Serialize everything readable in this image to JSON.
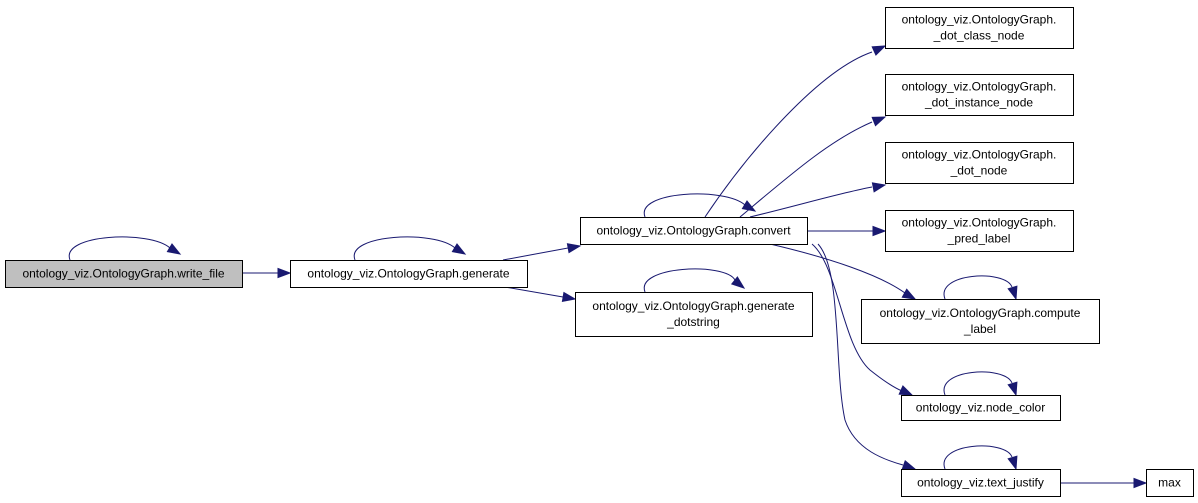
{
  "graph": {
    "nodes": [
      {
        "id": "write_file",
        "lines": [
          "ontology_viz.OntologyGraph.write_file"
        ],
        "root": true
      },
      {
        "id": "generate",
        "lines": [
          "ontology_viz.OntologyGraph.generate"
        ]
      },
      {
        "id": "convert",
        "lines": [
          "ontology_viz.OntologyGraph.convert"
        ]
      },
      {
        "id": "generate_dotstring",
        "lines": [
          "ontology_viz.OntologyGraph.generate",
          "_dotstring"
        ]
      },
      {
        "id": "dot_class_node",
        "lines": [
          "ontology_viz.OntologyGraph.",
          "_dot_class_node"
        ]
      },
      {
        "id": "dot_instance_node",
        "lines": [
          "ontology_viz.OntologyGraph.",
          "_dot_instance_node"
        ]
      },
      {
        "id": "dot_node",
        "lines": [
          "ontology_viz.OntologyGraph.",
          "_dot_node"
        ]
      },
      {
        "id": "pred_label",
        "lines": [
          "ontology_viz.OntologyGraph.",
          "_pred_label"
        ]
      },
      {
        "id": "compute_label",
        "lines": [
          "ontology_viz.OntologyGraph.compute",
          "_label"
        ]
      },
      {
        "id": "node_color",
        "lines": [
          "ontology_viz.node_color"
        ]
      },
      {
        "id": "text_justify",
        "lines": [
          "ontology_viz.text_justify"
        ]
      },
      {
        "id": "max",
        "lines": [
          "max"
        ]
      }
    ],
    "edges": [
      {
        "from": "write_file",
        "to": "write_file",
        "self_loop": true
      },
      {
        "from": "write_file",
        "to": "generate"
      },
      {
        "from": "generate",
        "to": "generate",
        "self_loop": true
      },
      {
        "from": "generate",
        "to": "convert"
      },
      {
        "from": "generate",
        "to": "generate_dotstring"
      },
      {
        "from": "convert",
        "to": "convert",
        "self_loop": true
      },
      {
        "from": "convert",
        "to": "dot_class_node"
      },
      {
        "from": "convert",
        "to": "dot_instance_node"
      },
      {
        "from": "convert",
        "to": "dot_node"
      },
      {
        "from": "convert",
        "to": "pred_label"
      },
      {
        "from": "convert",
        "to": "compute_label"
      },
      {
        "from": "convert",
        "to": "node_color"
      },
      {
        "from": "convert",
        "to": "text_justify"
      },
      {
        "from": "generate_dotstring",
        "to": "generate_dotstring",
        "self_loop": true
      },
      {
        "from": "compute_label",
        "to": "compute_label",
        "self_loop": true
      },
      {
        "from": "node_color",
        "to": "node_color",
        "self_loop": true
      },
      {
        "from": "text_justify",
        "to": "text_justify",
        "self_loop": true
      },
      {
        "from": "text_justify",
        "to": "max"
      }
    ],
    "colors": {
      "edge": "#191970",
      "root_fill": "#bfbfbf",
      "node_fill": "#ffffff",
      "border": "#000000"
    }
  }
}
